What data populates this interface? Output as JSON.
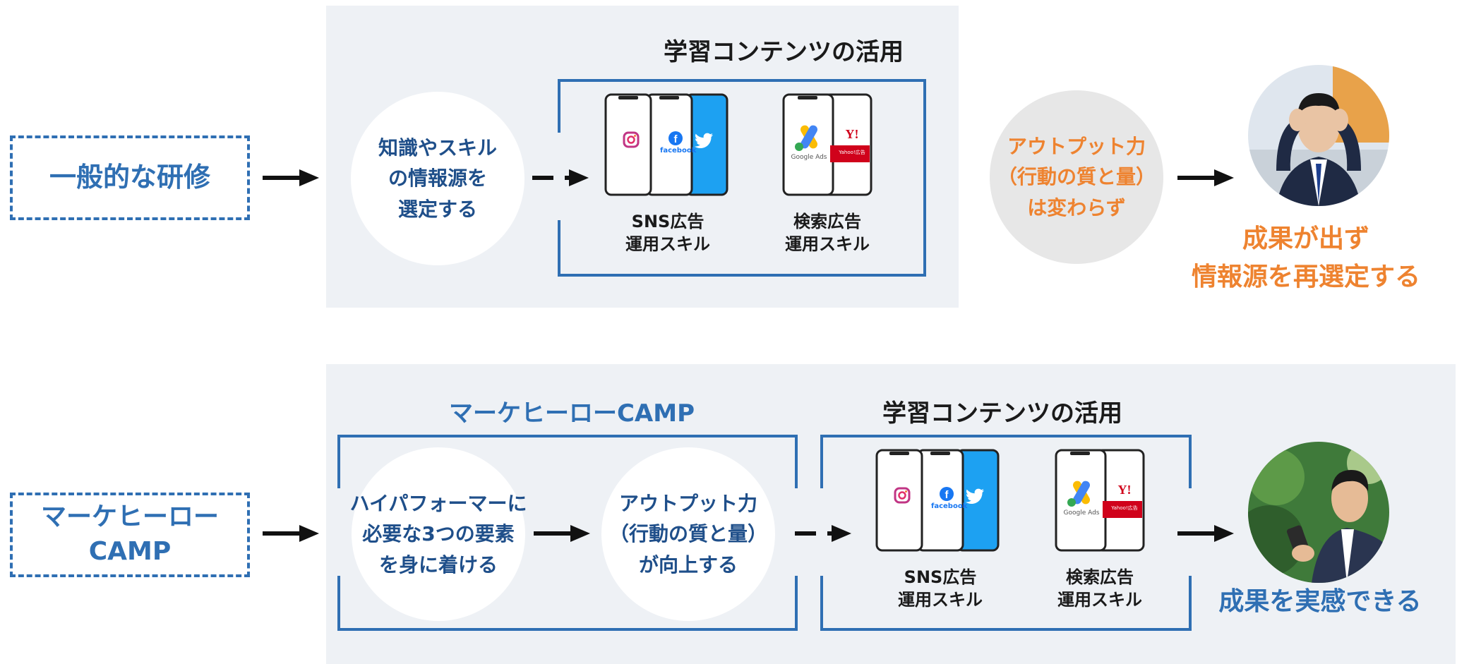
{
  "colors": {
    "blue": "#2f6fb3",
    "dark_blue": "#1f4f8a",
    "orange": "#ee8330",
    "panel": "#eef1f5"
  },
  "top": {
    "label": "一般的な研修",
    "heading": "学習コンテンツの活用",
    "circle1": [
      "知識やスキル",
      "の情報源を",
      "選定する"
    ],
    "phone_labels": [
      [
        "SNS広告",
        "運用スキル"
      ],
      [
        "検索広告",
        "運用スキル"
      ]
    ],
    "circle2": [
      "アウトプット力",
      "（行動の質と量）",
      "は変わらず"
    ],
    "result": [
      "成果が出ず",
      "情報源を再選定する"
    ]
  },
  "bottom": {
    "label": [
      "マーケヒーロー",
      "CAMP"
    ],
    "box_heading": "マーケヒーローCAMP",
    "heading": "学習コンテンツの活用",
    "circle1": [
      "ハイパフォーマーに",
      "必要な3つの要素",
      "を身に着ける"
    ],
    "circle2": [
      "アウトプット力",
      "（行動の質と量）",
      "が向上する"
    ],
    "phone_labels": [
      [
        "SNS広告",
        "運用スキル"
      ],
      [
        "検索広告",
        "運用スキル"
      ]
    ],
    "result": "成果を実感できる"
  },
  "phones": {
    "sns_brand": "facebook",
    "search_app": "Google Ads",
    "yahoo_mark": "Y!",
    "yahoo_text": "Yahoo!広告"
  },
  "icons": [
    "instagram-icon",
    "facebook-icon",
    "twitter-icon",
    "google-ads-icon",
    "yahoo-ads-icon",
    "arrow-right-icon"
  ]
}
